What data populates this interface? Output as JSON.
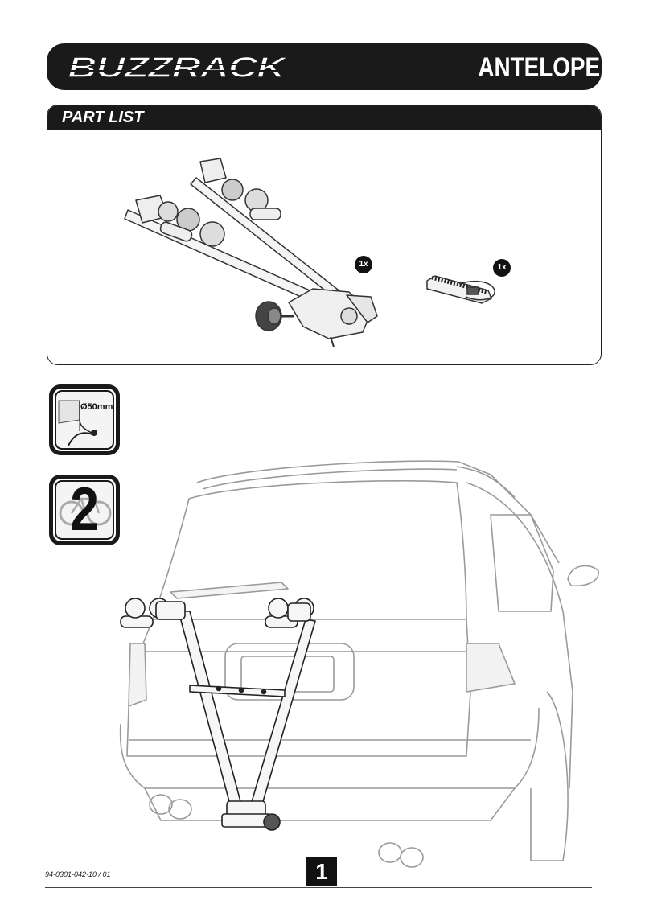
{
  "header": {
    "brand": "BUZZRACK",
    "model": "ANTELOPE"
  },
  "part_list": {
    "title": "PART LIST",
    "items": [
      {
        "quantity": "1x",
        "icon": "bike-carrier-icon"
      },
      {
        "quantity": "1x",
        "icon": "strap-icon"
      }
    ]
  },
  "specs": {
    "ball_diameter": "Ø50mm",
    "bike_capacity": "2",
    "capacity_icon": "bicycle-icon"
  },
  "footer": {
    "doc_code": "94-0301-042-10 / 01",
    "page_number": "1"
  },
  "colors": {
    "header_bg": "#1a1a1a",
    "text_light": "#ffffff",
    "line": "#222222"
  }
}
